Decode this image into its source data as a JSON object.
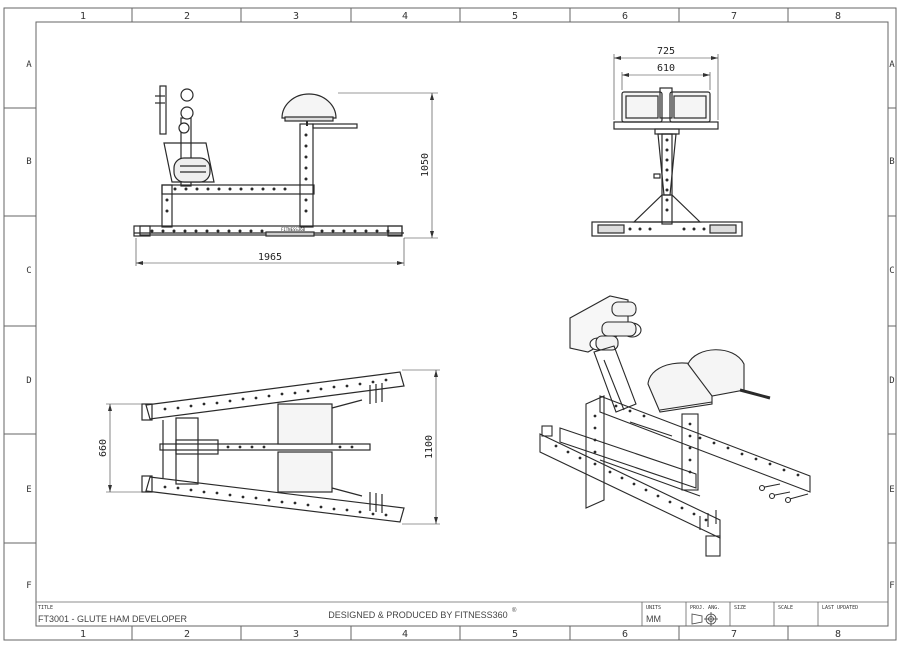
{
  "grid": {
    "columns": [
      "1",
      "2",
      "3",
      "4",
      "5",
      "6",
      "7",
      "8"
    ],
    "rows": [
      "A",
      "B",
      "C",
      "D",
      "E",
      "F"
    ]
  },
  "dimensions": {
    "side_length": "1965",
    "side_height": "1050",
    "front_outer_width": "725",
    "front_inner_width": "610",
    "top_length": "1100",
    "top_width": "660"
  },
  "emblem": "FITNESS360",
  "title_block": {
    "title_label": "TITLE",
    "title_value": "FT3001 - GLUTE HAM DEVELOPER",
    "designed_by": "DESIGNED & PRODUCED BY FITNESS360",
    "registered_mark": "®",
    "units_label": "UNITS",
    "units_value": "MM",
    "projection_label": "PROJ. ANG.",
    "size_label": "SIZE",
    "scale_label": "SCALE",
    "last_updated_label": "LAST UPDATED"
  },
  "colors": {
    "line": "#2a2a2a",
    "frame": "#555555",
    "pad": "#f2f2f2"
  }
}
